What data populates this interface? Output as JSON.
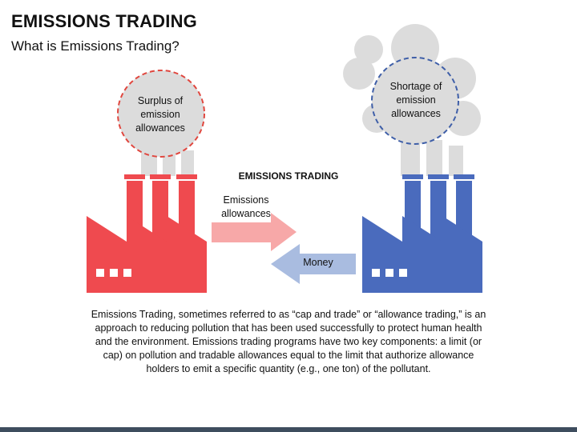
{
  "header": {
    "title": "EMISSIONS TRADING",
    "subtitle": "What is Emissions Trading?"
  },
  "diagram": {
    "center_title": "EMISSIONS TRADING",
    "left_factory": {
      "bubble_line1": "Surplus of",
      "bubble_line2": "emission",
      "bubble_line3": "allowances",
      "color": "#ef4a4f"
    },
    "right_factory": {
      "bubble_line1": "Shortage of",
      "bubble_line2": "emission",
      "bubble_line3": "allowances",
      "color": "#4a6bbd"
    },
    "arrow_right": {
      "label_line1": "Emissions",
      "label_line2": "allowances",
      "color": "#f7a8a8"
    },
    "arrow_left": {
      "label": "Money",
      "color": "#a9bce0"
    },
    "smoke_color": "#dcdcdc"
  },
  "description": "Emissions Trading, sometimes referred to as “cap and trade” or “allowance trading,” is an approach to reducing pollution that has been used successfully to protect human health and the environment. Emissions trading programs have two key components: a limit (or cap) on pollution and tradable allowances equal to the limit that authorize allowance holders to emit a specific quantity (e.g., one ton) of the pollutant."
}
